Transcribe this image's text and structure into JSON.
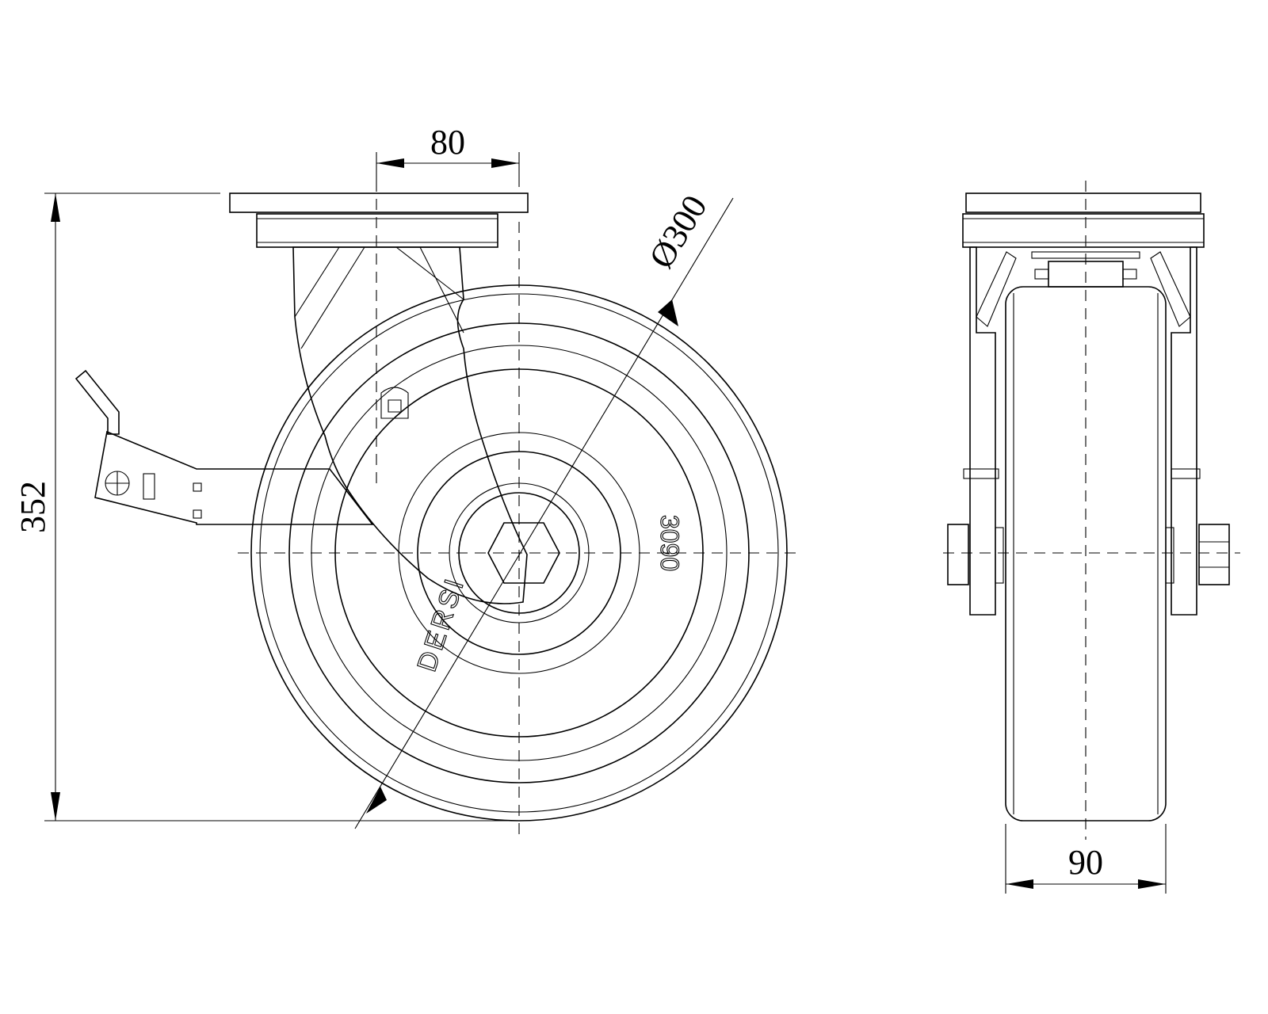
{
  "dimensions": {
    "offset": "80",
    "diameter": "Ø300",
    "height": "352",
    "width": "90"
  },
  "wheel_marking": {
    "brand": "DERSI",
    "code": "3090"
  }
}
